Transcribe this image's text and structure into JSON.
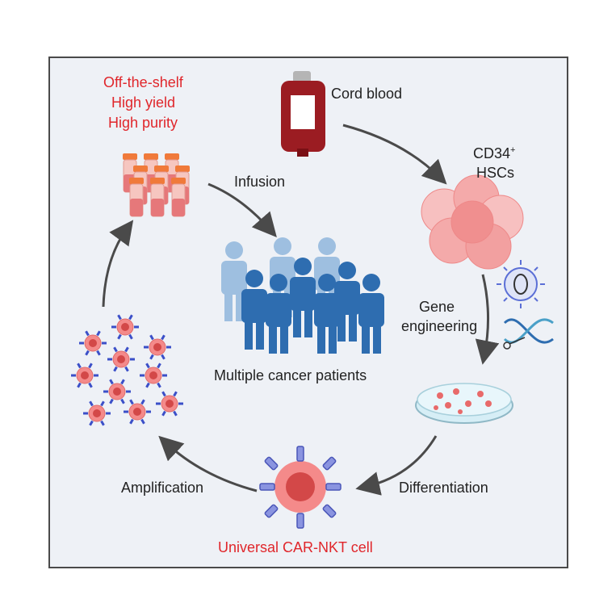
{
  "labels": {
    "cord_blood": "Cord blood",
    "hscs_line1": "CD34",
    "hscs_sup": "+",
    "hscs_line2": "HSCs",
    "gene_line1": "Gene",
    "gene_line2": "engineering",
    "differentiation": "Differentiation",
    "car_nkt": "Universal CAR-NKT cell",
    "amplification": "Amplification",
    "infusion": "Infusion",
    "patients": "Multiple cancer patients",
    "benefit_1": "Off-the-shelf",
    "benefit_2": "High yield",
    "benefit_3": "High purity"
  },
  "colors": {
    "accent_red": "#e0262b",
    "patient_dark": "#2e6db0",
    "patient_light": "#9ebfe0",
    "blood": "#9b1c22",
    "cell_pink": "#f4a6a6",
    "receptor_blue": "#5b6fd6",
    "panel_bg": "#eef1f6"
  }
}
